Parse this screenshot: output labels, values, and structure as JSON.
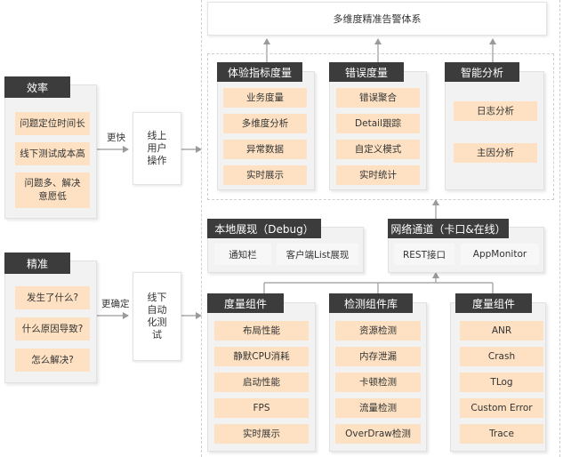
{
  "colors": {
    "accent_orange": "#fde1c2",
    "dark_tab": "#3c3c3c",
    "panel_gray": "#f2f2f2",
    "connector": "#9a9a9a"
  },
  "left": {
    "efficiency": {
      "title": "效率",
      "items": [
        "问题定位时间长",
        "线下测试成本高",
        "问题多、解决意愿低"
      ]
    },
    "precision": {
      "title": "精准",
      "items": [
        "发生了什么?",
        "什么原因导致?",
        "怎么解决?"
      ]
    }
  },
  "arrows": {
    "top_label": "更快",
    "bottom_label": "更确定"
  },
  "middle": {
    "online": "线上用户操作",
    "offline": "线下自动化测试"
  },
  "top_bar": "多维度精准告警体系",
  "upper": {
    "experience": {
      "title": "体验指标度量",
      "items": [
        "业务度量",
        "多维度分析",
        "异常数据",
        "实时展示"
      ]
    },
    "error": {
      "title": "错误度量",
      "items": [
        "错误聚合",
        "Detail跟踪",
        "自定义模式",
        "实时统计"
      ]
    },
    "smart": {
      "title": "智能分析",
      "items": [
        "日志分析",
        "主因分析"
      ]
    }
  },
  "local": {
    "title": "本地展现（Debug）",
    "items": [
      "通知栏",
      "客户端List展现"
    ]
  },
  "network": {
    "title": "网络通道（卡口&在线）",
    "items": [
      "REST接口",
      "AppMonitor"
    ]
  },
  "lower": {
    "metric1": {
      "title": "度量组件",
      "items": [
        "布局性能",
        "静默CPU消耗",
        "启动性能",
        "FPS",
        "实时展示"
      ]
    },
    "detect": {
      "title": "检测组件库",
      "items": [
        "资源检测",
        "内存泄漏",
        "卡顿检测",
        "流量检测",
        "OverDraw检测"
      ]
    },
    "metric2": {
      "title": "度量组件",
      "items": [
        "ANR",
        "Crash",
        "TLog",
        "Custom Error",
        "Trace"
      ]
    }
  }
}
